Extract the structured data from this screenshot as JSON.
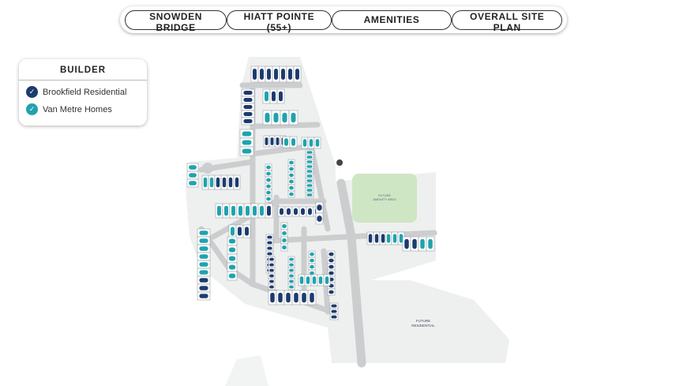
{
  "nav": {
    "tabs": [
      {
        "label": "SNOWDEN BRIDGE"
      },
      {
        "label": "HIATT POINTE (55+)"
      },
      {
        "label": "AMENITIES"
      },
      {
        "label": "OVERALL SITE PLAN"
      }
    ]
  },
  "legend": {
    "title": "BUILDER",
    "items": [
      {
        "label": "Brookfield Residential",
        "color": "#1c3b6e",
        "icon": "check-icon"
      },
      {
        "label": "Van Metre Homes",
        "color": "#1fa3ad",
        "icon": "check-icon"
      }
    ]
  },
  "map": {
    "amenity_label_1": "FUTURE",
    "amenity_label_2": "AMENITY AREA",
    "residential_label_1": "FUTURE",
    "residential_label_2": "RESIDENTIAL",
    "colors": {
      "land": "#eef0f0",
      "road": "#cbcdce",
      "amenity": "#cfe6c4"
    }
  }
}
